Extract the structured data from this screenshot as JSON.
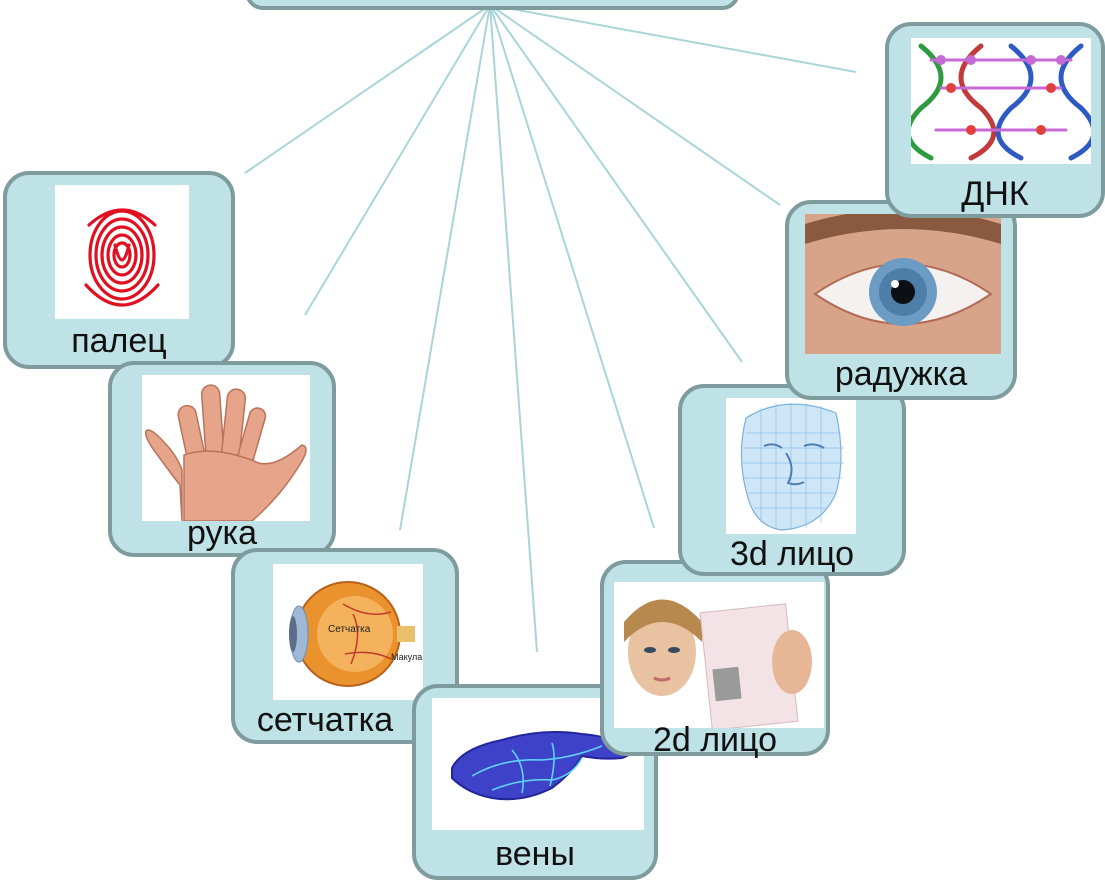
{
  "items": [
    {
      "id": "finger",
      "label": "палец",
      "icon": "fingerprint-icon"
    },
    {
      "id": "hand",
      "label": "рука",
      "icon": "hand-icon"
    },
    {
      "id": "retina",
      "label": "сетчатка",
      "icon": "eye-anatomy-icon"
    },
    {
      "id": "veins",
      "label": "вены",
      "icon": "hand-veins-icon"
    },
    {
      "id": "face2d",
      "label": "2d лицо",
      "icon": "face-passport-icon"
    },
    {
      "id": "face3d",
      "label": "3d лицо",
      "icon": "3d-face-mesh-icon"
    },
    {
      "id": "iris",
      "label": "радужка",
      "icon": "iris-eye-icon"
    },
    {
      "id": "dna",
      "label": "ДНК",
      "icon": "dna-helix-icon"
    }
  ],
  "retina_image": {
    "caption_retina": "Сетчатка",
    "caption_macula": "Макула"
  },
  "colors": {
    "card_fill": "#bfe2e6",
    "card_border": "#7e9c9e",
    "connector": "#a9d5d9"
  }
}
